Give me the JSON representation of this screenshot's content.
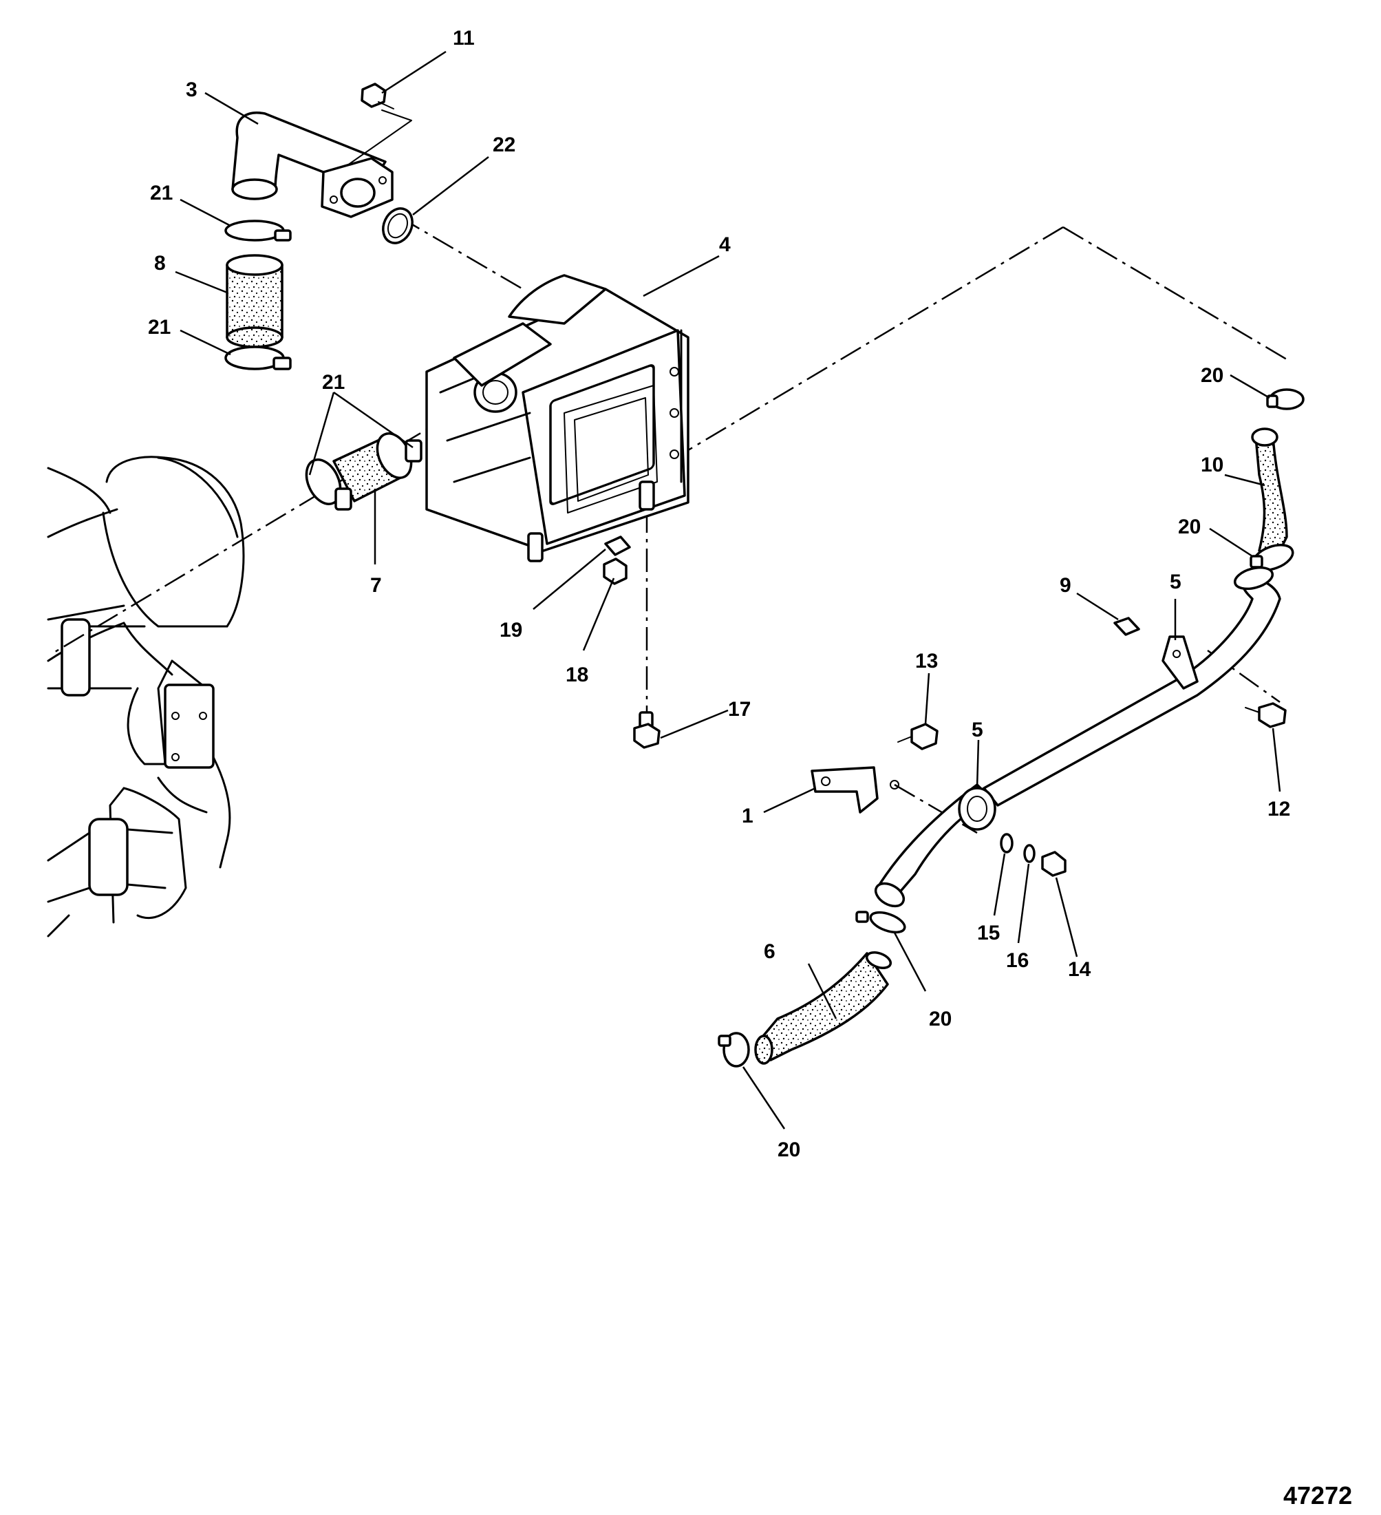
{
  "figure_number": "47272",
  "callouts": [
    "1",
    "3",
    "4",
    "5",
    "5",
    "6",
    "7",
    "8",
    "9",
    "10",
    "11",
    "12",
    "13",
    "14",
    "15",
    "16",
    "17",
    "18",
    "19",
    "20",
    "20",
    "20",
    "20",
    "21",
    "21",
    "21",
    "22"
  ]
}
